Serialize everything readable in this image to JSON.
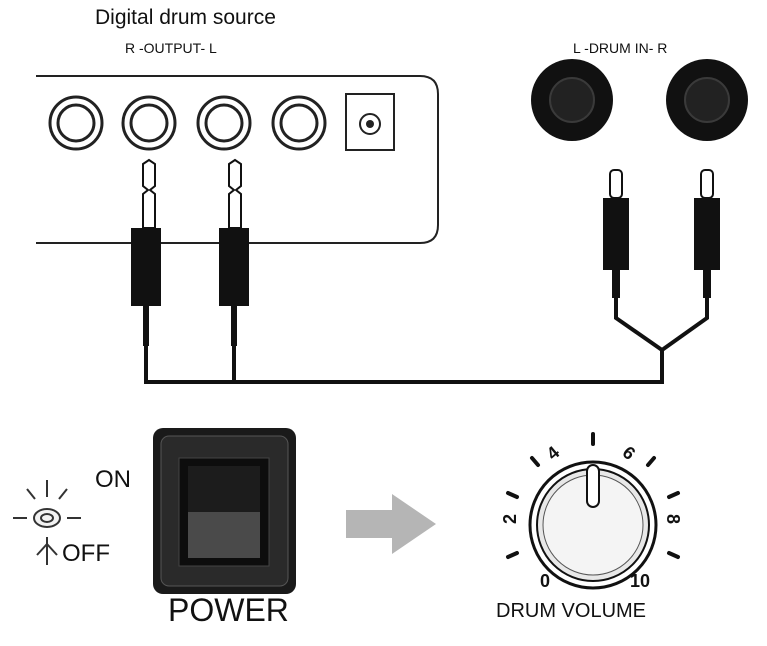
{
  "source": {
    "title": "Digital drum source",
    "output_label": "R -OUTPUT- L"
  },
  "drum_in": {
    "label": "L -DRUM IN- R"
  },
  "power": {
    "on_label": "ON",
    "off_label": "OFF",
    "label": "POWER"
  },
  "volume": {
    "label": "DRUM VOLUME",
    "dial": [
      "0",
      "2",
      "4",
      "6",
      "8",
      "10"
    ]
  }
}
